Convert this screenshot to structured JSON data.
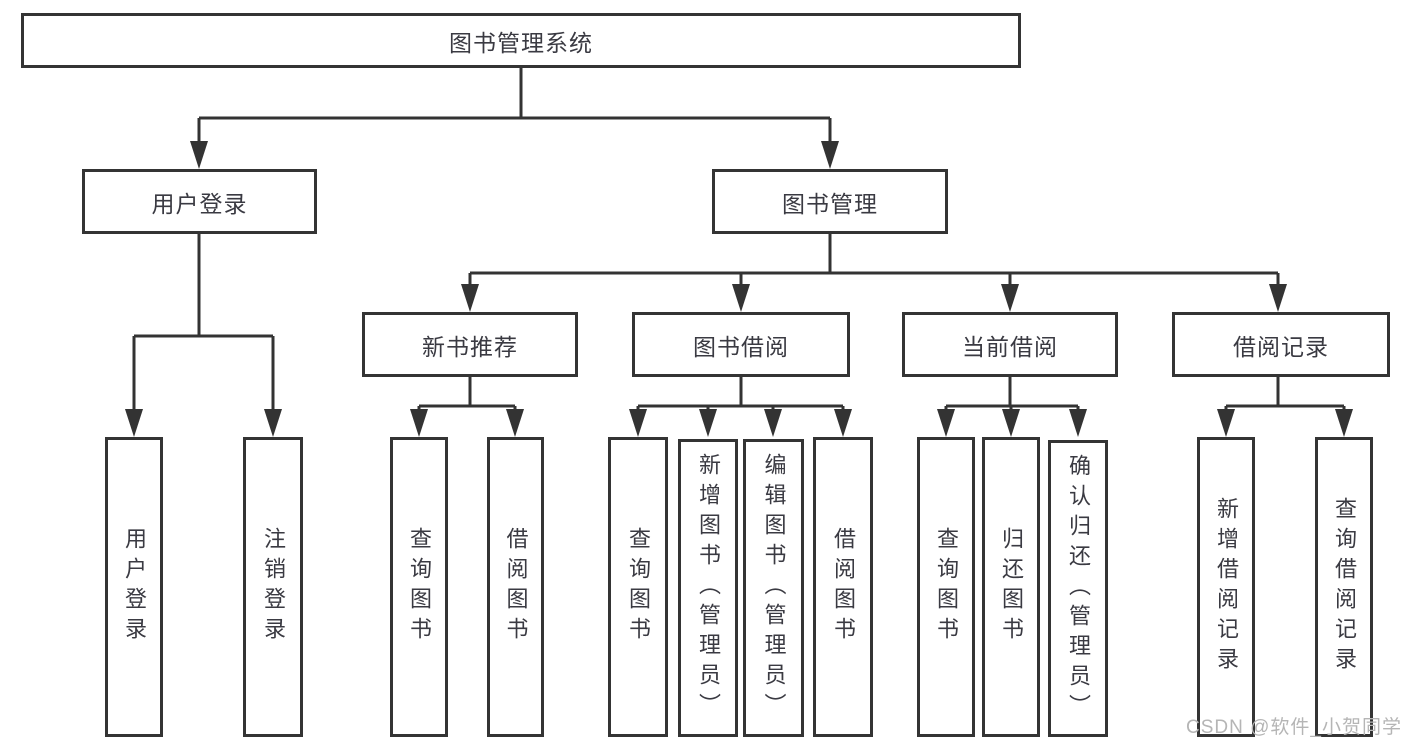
{
  "diagram_type": "hierarchy-chart",
  "colors": {
    "line": "#333333",
    "border": "#343434",
    "text": "#3a3a42",
    "watermark": "#b5b5b5",
    "background": "#ffffff"
  },
  "tree": {
    "root": {
      "label": "图书管理系统"
    },
    "branches": [
      {
        "label": "用户登录",
        "children": [
          "用户登录",
          "注销登录"
        ]
      },
      {
        "label": "图书管理",
        "children": [
          {
            "label": "新书推荐",
            "children": [
              "查询图书",
              "借阅图书"
            ]
          },
          {
            "label": "图书借阅",
            "children": [
              "查询图书",
              "新增图书（管理员）",
              "编辑图书（管理员）",
              "借阅图书"
            ]
          },
          {
            "label": "当前借阅",
            "children": [
              "查询图书",
              "归还图书",
              "确认归还（管理员）"
            ]
          },
          {
            "label": "借阅记录",
            "children": [
              "新增借阅记录",
              "查询借阅记录"
            ]
          }
        ]
      }
    ]
  },
  "watermark": {
    "text": "CSDN @软件_小贺同学"
  }
}
